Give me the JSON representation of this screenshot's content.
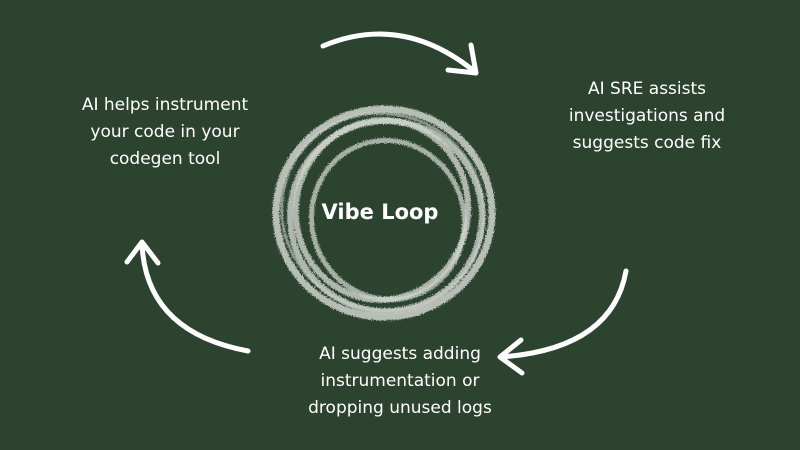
{
  "diagram": {
    "title": "Vibe Loop",
    "colors": {
      "background": "#2c4330",
      "foreground": "#ffffff",
      "chalk": "#cfd4cd"
    },
    "steps": [
      {
        "id": "left",
        "lines": [
          "AI helps instrument",
          "your code in your",
          "codegen tool"
        ]
      },
      {
        "id": "right",
        "lines": [
          "AI SRE assists",
          "investigations and",
          "suggests code fix"
        ]
      },
      {
        "id": "bottom",
        "lines": [
          "AI suggests adding",
          "instrumentation or",
          "dropping unused logs"
        ]
      }
    ],
    "arrows": [
      {
        "name": "arrow-top",
        "icon": "curved-arrow-right-icon"
      },
      {
        "name": "arrow-right",
        "icon": "curved-arrow-down-left-icon"
      },
      {
        "name": "arrow-left",
        "icon": "curved-arrow-up-icon"
      }
    ]
  }
}
